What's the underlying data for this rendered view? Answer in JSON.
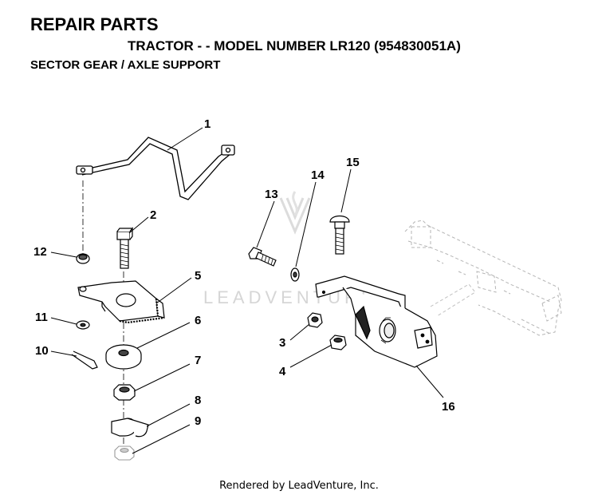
{
  "header": {
    "title": "REPAIR PARTS",
    "subtitle": "TRACTOR - - MODEL NUMBER LR120 (954830051A)",
    "section": "SECTOR GEAR / AXLE SUPPORT"
  },
  "watermark": "LEADVENTURE",
  "callouts": [
    "1",
    "2",
    "3",
    "4",
    "5",
    "6",
    "7",
    "8",
    "9",
    "10",
    "11",
    "12",
    "13",
    "14",
    "15",
    "16"
  ],
  "footer": "Rendered by LeadVenture, Inc.",
  "colors": {
    "ink": "#000000",
    "ghost_part": "#b5b5b5",
    "watermark": "#d6d6d6"
  }
}
